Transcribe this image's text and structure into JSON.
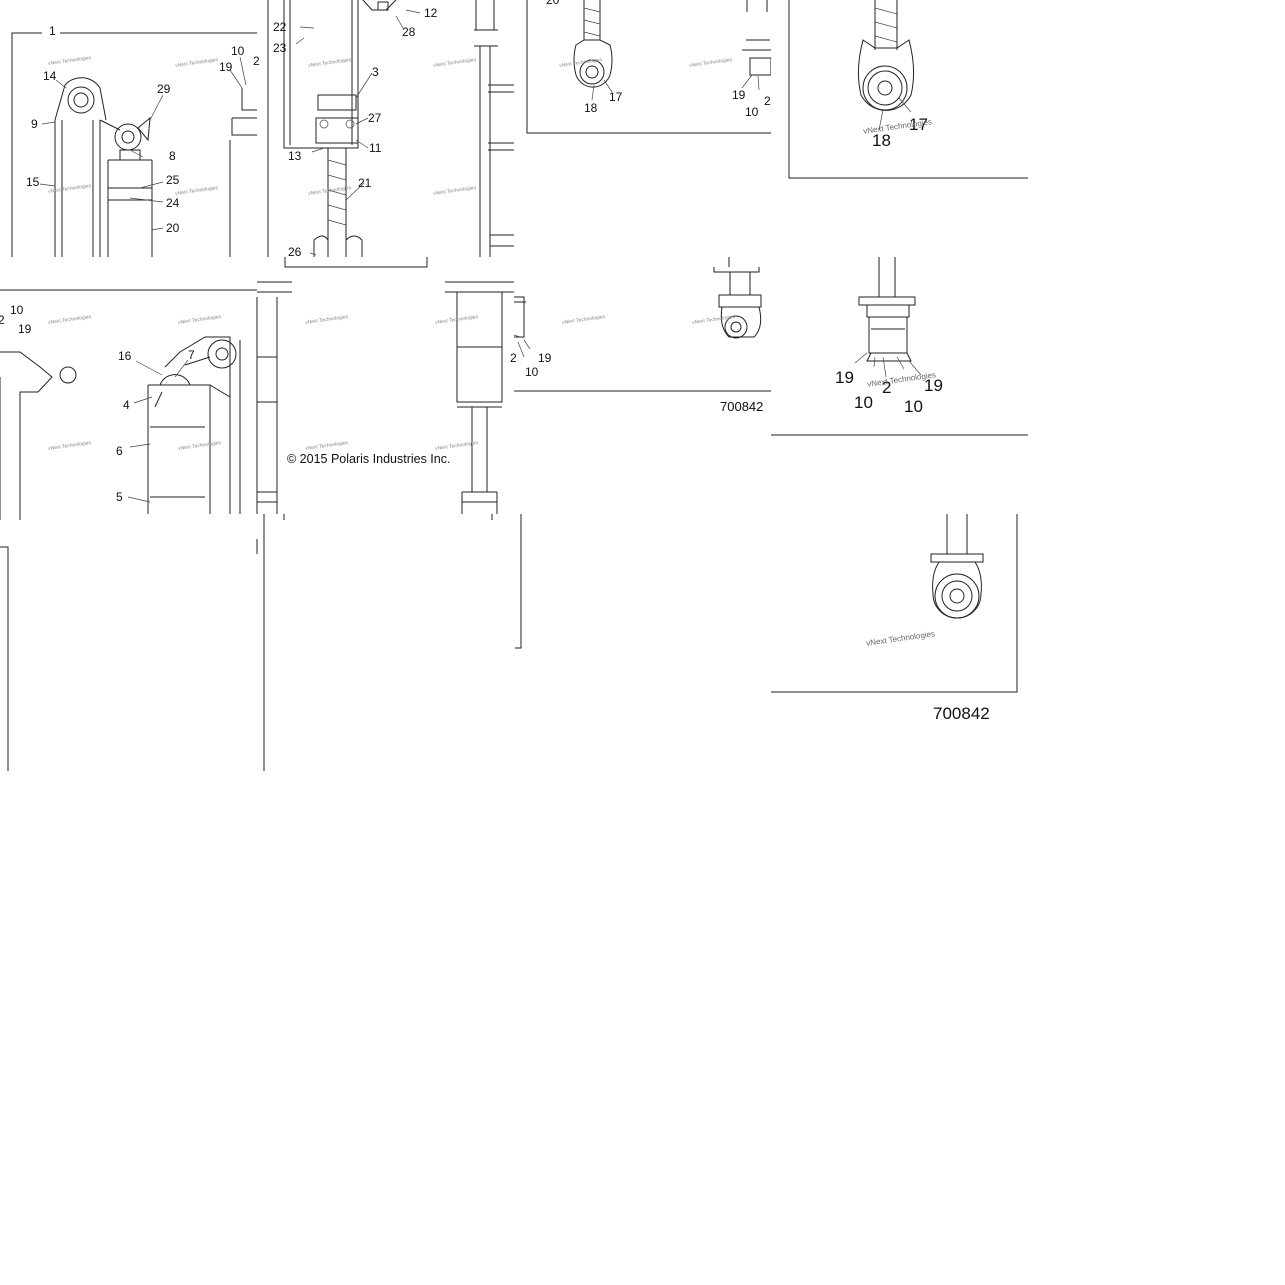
{
  "watermark": "vNext Technologies",
  "copyright": "© 2015 Polaris Industries Inc.",
  "diagram_code": "700842",
  "tile1": {
    "callouts": {
      "c1": "1",
      "c14": "14",
      "c9": "9",
      "c29": "29",
      "c8": "8",
      "c15": "15",
      "c25": "25",
      "c24": "24",
      "c20": "20",
      "c10": "10",
      "c19": "19",
      "c2": "2"
    }
  },
  "tile2": {
    "callouts": {
      "c22": "22",
      "c23": "23",
      "c12": "12",
      "c28": "28",
      "c3": "3",
      "c27": "27",
      "c13": "13",
      "c11": "11",
      "c21": "21",
      "c26": "26"
    }
  },
  "tile3": {
    "callouts": {
      "c18": "18",
      "c17": "17",
      "c19": "19",
      "c10": "10",
      "c2": "2",
      "c20": "20"
    }
  },
  "tile4": {
    "callouts": {
      "c17": "17",
      "c18": "18"
    }
  },
  "tile5": {
    "callouts": {
      "c10": "10",
      "c2": "2",
      "c19": "19",
      "c16": "16",
      "c7": "7",
      "c4": "4",
      "c6": "6",
      "c5": "5"
    }
  },
  "tile7": {
    "callouts": {
      "c2": "2",
      "c19": "19",
      "c10": "10"
    }
  },
  "tile8": {
    "callouts": {
      "c19a": "19",
      "c2": "2",
      "c19b": "19",
      "c10a": "10",
      "c10b": "10"
    }
  }
}
